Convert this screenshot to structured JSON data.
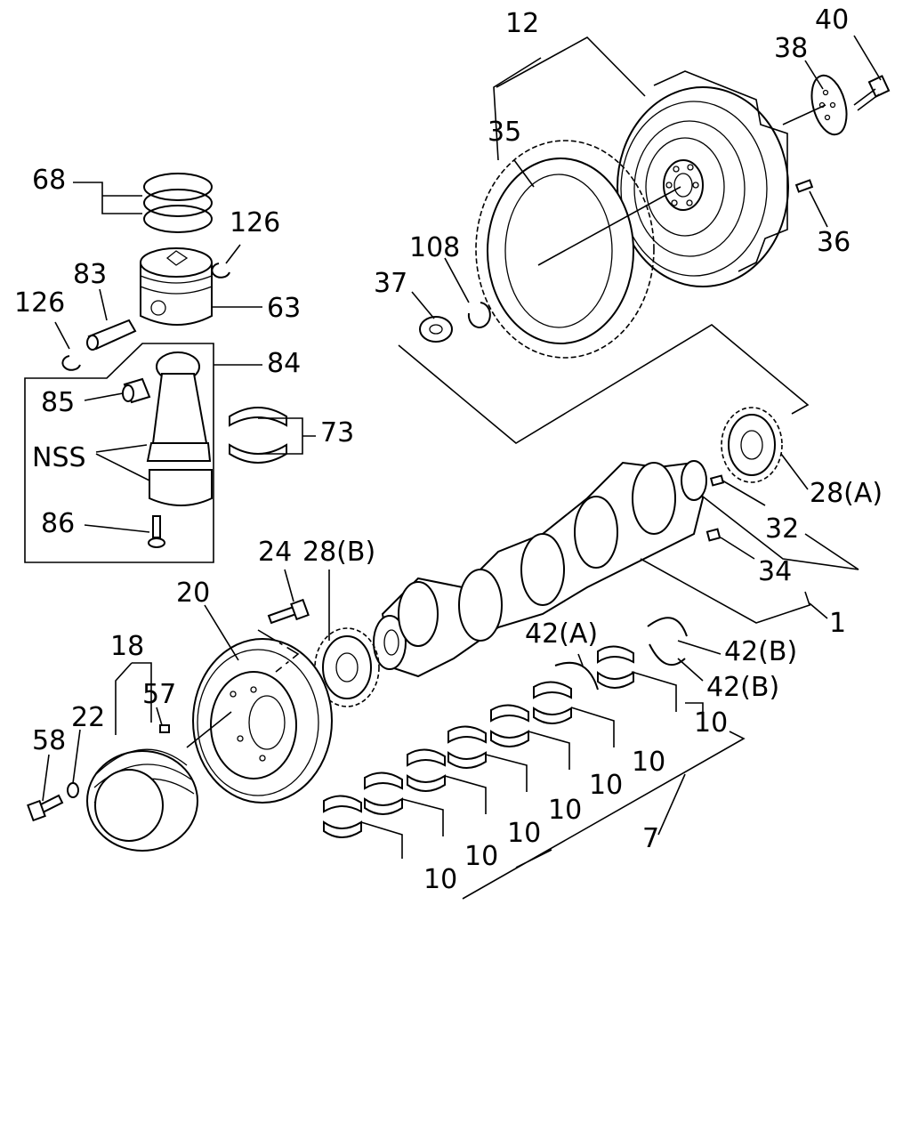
{
  "callouts": {
    "c12": "12",
    "c40": "40",
    "c38": "38",
    "c35": "35",
    "c36": "36",
    "c108": "108",
    "c37": "37",
    "c68": "68",
    "c126a": "126",
    "c83": "83",
    "c63": "63",
    "c126b": "126",
    "c84": "84",
    "c85": "85",
    "c73": "73",
    "cnss": "NSS",
    "c86": "86",
    "c28a": "28(A)",
    "c32": "32",
    "c24": "24",
    "c28b": "28(B)",
    "c34": "34",
    "c20": "20",
    "c1": "1",
    "c18": "18",
    "c42a": "42(A)",
    "c42b1": "42(B)",
    "c42b2": "42(B)",
    "c57": "57",
    "c58": "58",
    "c22": "22",
    "c10a": "10",
    "c10b": "10",
    "c10c": "10",
    "c10d": "10",
    "c10e": "10",
    "c10f": "10",
    "c10g": "10",
    "c7": "7"
  }
}
